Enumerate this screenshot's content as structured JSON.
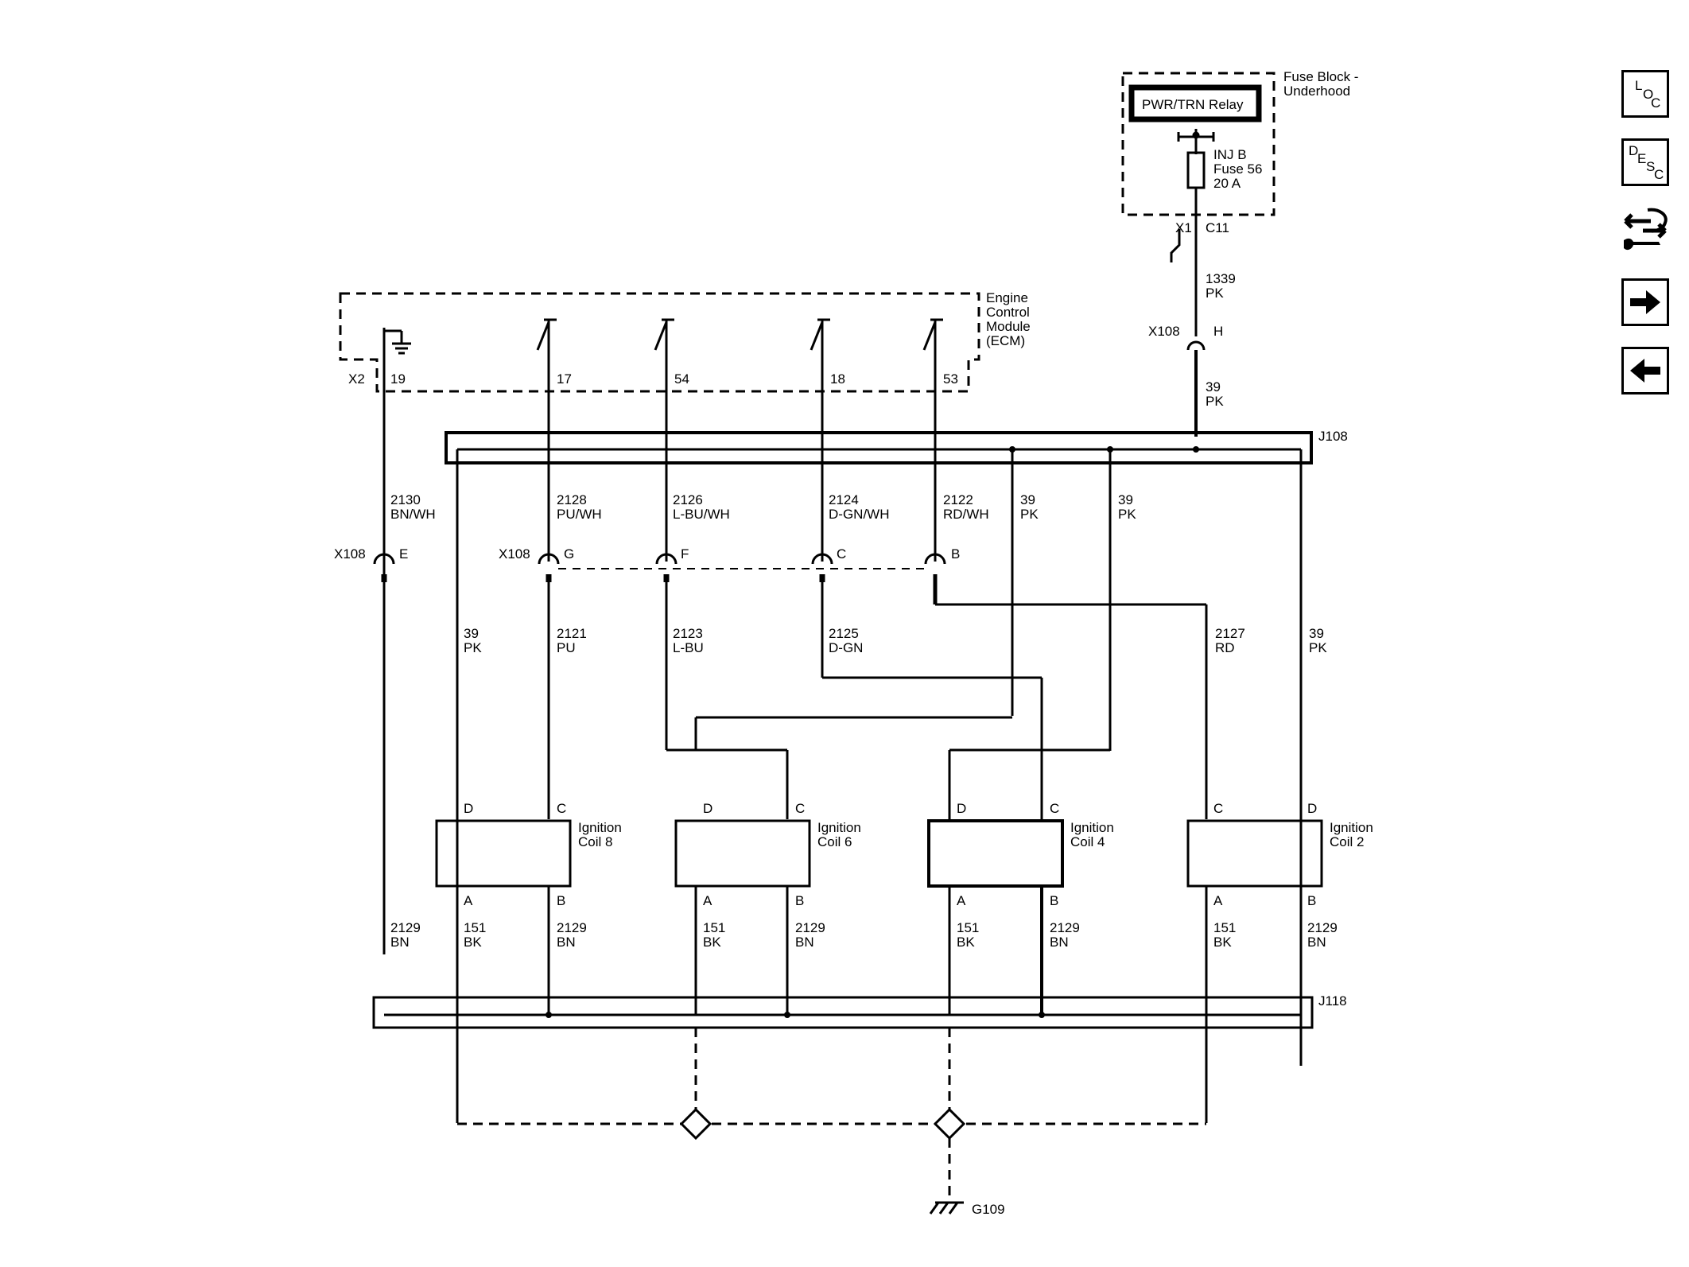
{
  "fuse_block": {
    "title_line1": "Fuse Block -",
    "title_line2": "Underhood",
    "relay": "PWR/TRN Relay",
    "fuse_line1": "INJ B",
    "fuse_line2": "Fuse 56",
    "fuse_line3": "20 A",
    "connector": "X1",
    "pin": "C11"
  },
  "ecm": {
    "line1": "Engine",
    "line2": "Control",
    "line3": "Module",
    "line4": "(ECM)",
    "connector": "X2",
    "pins": [
      "19",
      "17",
      "54",
      "18",
      "53"
    ]
  },
  "wires": {
    "feed_upper": {
      "num": "1339",
      "color": "PK"
    },
    "feed_lower": {
      "num": "39",
      "color": "PK"
    },
    "ecm_gnd": {
      "num": "2130",
      "color": "BN/WH"
    },
    "c8_ecm": {
      "num": "2128",
      "color": "PU/WH"
    },
    "c6_ecm": {
      "num": "2126",
      "color": "L-BU/WH"
    },
    "c4_ecm": {
      "num": "2124",
      "color": "D-GN/WH"
    },
    "c2_ecm": {
      "num": "2122",
      "color": "RD/WH"
    },
    "pk_a": {
      "num": "39",
      "color": "PK"
    },
    "pk_b": {
      "num": "39",
      "color": "PK"
    },
    "c8_pwr": {
      "num": "39",
      "color": "PK"
    },
    "c8_sig": {
      "num": "2121",
      "color": "PU"
    },
    "c6_sig": {
      "num": "2123",
      "color": "L-BU"
    },
    "c4_sig": {
      "num": "2125",
      "color": "D-GN"
    },
    "c2_sig": {
      "num": "2127",
      "color": "RD"
    },
    "c2_pwr": {
      "num": "39",
      "color": "PK"
    },
    "gnd_left": {
      "num": "2129",
      "color": "BN"
    },
    "c8_a": {
      "num": "151",
      "color": "BK"
    },
    "c8_b": {
      "num": "2129",
      "color": "BN"
    },
    "c6_a": {
      "num": "151",
      "color": "BK"
    },
    "c6_b": {
      "num": "2129",
      "color": "BN"
    },
    "c4_a": {
      "num": "151",
      "color": "BK"
    },
    "c4_b": {
      "num": "2129",
      "color": "BN"
    },
    "c2_a": {
      "num": "151",
      "color": "BK"
    },
    "c2_b": {
      "num": "2129",
      "color": "BN"
    }
  },
  "connectors": {
    "x108_h": {
      "name": "X108",
      "pin": "H"
    },
    "x108_e": {
      "name": "X108",
      "pin": "E"
    },
    "x108_group": {
      "name": "X108",
      "pin_g": "G",
      "pin_f": "F",
      "pin_c": "C",
      "pin_b": "B"
    }
  },
  "splices": {
    "top": "J108",
    "bottom": "J118"
  },
  "coils": [
    {
      "name_line1": "Ignition",
      "name_line2": "Coil 8",
      "pin_tl": "D",
      "pin_tr": "C",
      "pin_bl": "A",
      "pin_br": "B"
    },
    {
      "name_line1": "Ignition",
      "name_line2": "Coil 6",
      "pin_tl": "D",
      "pin_tr": "C",
      "pin_bl": "A",
      "pin_br": "B"
    },
    {
      "name_line1": "Ignition",
      "name_line2": "Coil 4",
      "pin_tl": "D",
      "pin_tr": "C",
      "pin_bl": "A",
      "pin_br": "B"
    },
    {
      "name_line1": "Ignition",
      "name_line2": "Coil 2",
      "pin_tl": "C",
      "pin_tr": "D",
      "pin_bl": "A",
      "pin_br": "B"
    }
  ],
  "ground": "G109",
  "nav": {
    "loc": {
      "l1": "L",
      "l2": "O",
      "l3": "C"
    },
    "desc": {
      "l1": "D",
      "l2": "E",
      "l3": "S",
      "l4": "C"
    },
    "icons": [
      "loc-icon",
      "desc-icon",
      "connector-tool-icon",
      "arrow-right-icon",
      "arrow-left-icon"
    ]
  }
}
